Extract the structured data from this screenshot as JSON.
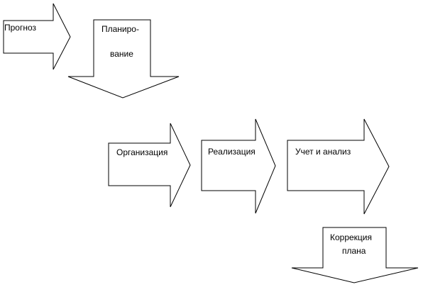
{
  "diagram": {
    "steps": {
      "forecast": {
        "label": "Прогноз"
      },
      "planning": {
        "line1": "Планиро-",
        "line2": "вание"
      },
      "organization": {
        "label": "Организация"
      },
      "implementation": {
        "label": "Реализация"
      },
      "accounting": {
        "label": "Учет и анализ"
      },
      "correction": {
        "line1": "Коррекция",
        "line2": "плана"
      }
    },
    "colors": {
      "stroke": "#000000",
      "fill": "#ffffff",
      "text": "#000000"
    }
  }
}
